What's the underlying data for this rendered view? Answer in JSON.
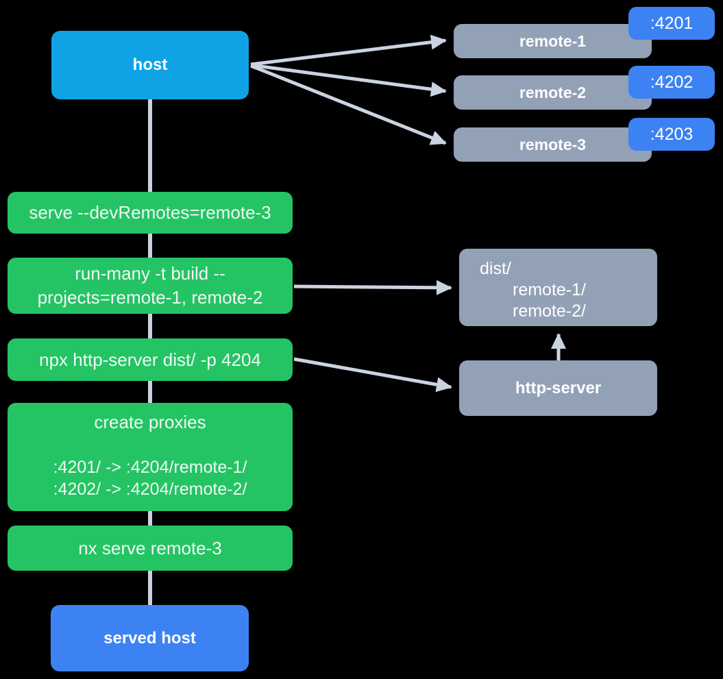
{
  "colors": {
    "background": "#000000",
    "host_blue": "#0FA3E6",
    "step_green": "#24C464",
    "node_gray": "#93A1B7",
    "port_blue": "#3C82F2",
    "connector_gray": "#CBD3E1",
    "text_white": "#FFFFFF"
  },
  "nodes": {
    "host": {
      "label": "host"
    },
    "remotes": [
      {
        "label": "remote-1",
        "port": ":4201"
      },
      {
        "label": "remote-2",
        "port": ":4202"
      },
      {
        "label": "remote-3",
        "port": ":4203"
      }
    ],
    "steps": {
      "serve": {
        "label": "serve --devRemotes=remote-3"
      },
      "build": {
        "line1": "run-many -t build --",
        "line2": "projects=remote-1, remote-2"
      },
      "http_command": {
        "label": "npx http-server dist/ -p 4204"
      },
      "proxies": {
        "title": "create proxies",
        "rule1": ":4201/ -> :4204/remote-1/",
        "rule2": ":4202/ -> :4204/remote-2/"
      },
      "serve_remote3": {
        "label": "nx serve remote-3"
      }
    },
    "dist": {
      "line1": "dist/",
      "line2": "remote-1/",
      "line3": "remote-2/"
    },
    "http_server": {
      "label": "http-server"
    },
    "served_host": {
      "label": "served host"
    }
  },
  "edges": [
    {
      "from": "host",
      "to": "remote-1"
    },
    {
      "from": "host",
      "to": "remote-2"
    },
    {
      "from": "host",
      "to": "remote-3"
    },
    {
      "from": "host",
      "to": "served host",
      "via": "command steps"
    },
    {
      "from": "run-many -t build",
      "to": "dist/"
    },
    {
      "from": "npx http-server",
      "to": "http-server"
    },
    {
      "from": "http-server",
      "to": "dist/"
    }
  ]
}
